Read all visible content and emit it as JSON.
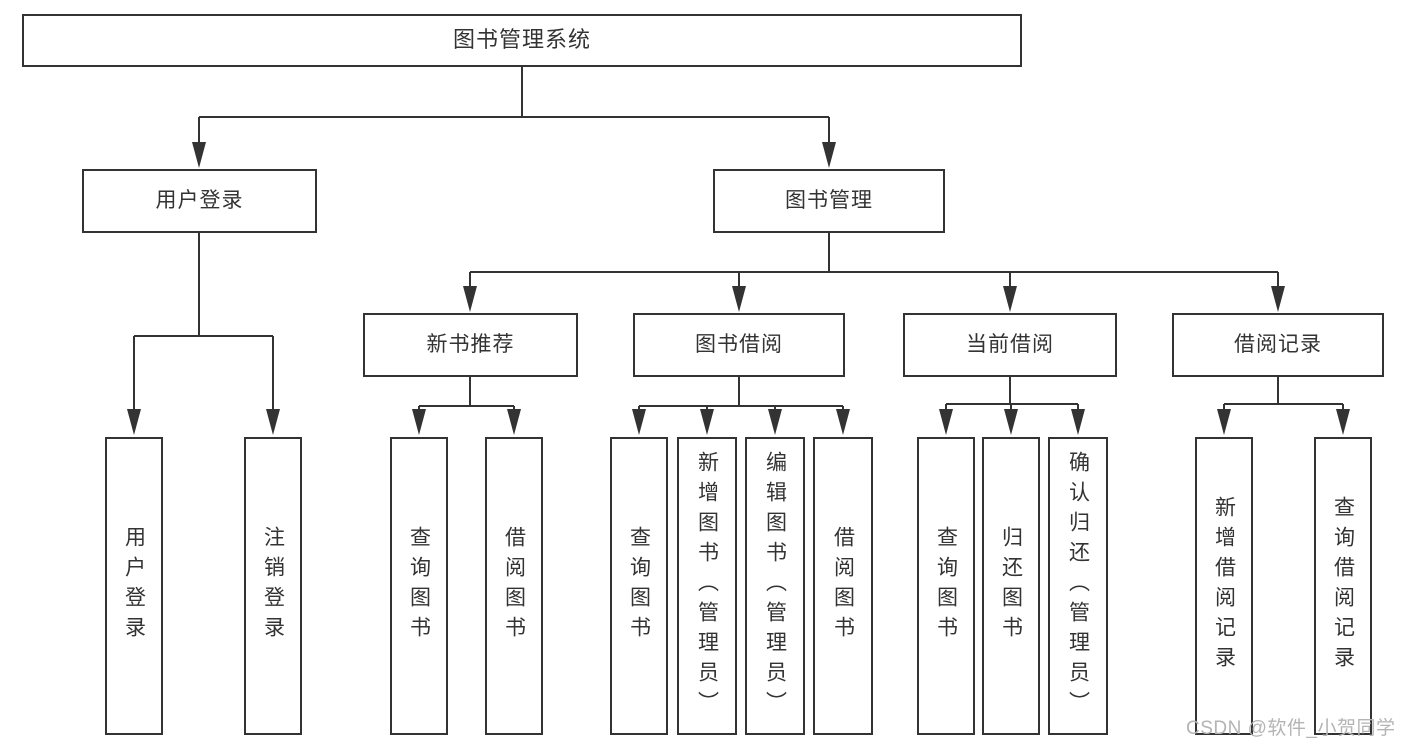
{
  "tree": {
    "label": "图书管理系统",
    "children": [
      {
        "label": "用户登录",
        "children": [
          {
            "label": "用户登录"
          },
          {
            "label": "注销登录"
          }
        ]
      },
      {
        "label": "图书管理",
        "children": [
          {
            "label": "新书推荐",
            "children": [
              {
                "label": "查询图书"
              },
              {
                "label": "借阅图书"
              }
            ]
          },
          {
            "label": "图书借阅",
            "children": [
              {
                "label": "查询图书"
              },
              {
                "label": "新增图书（管理员）"
              },
              {
                "label": "编辑图书（管理员）"
              },
              {
                "label": "借阅图书"
              }
            ]
          },
          {
            "label": "当前借阅",
            "children": [
              {
                "label": "查询图书"
              },
              {
                "label": "归还图书"
              },
              {
                "label": "确认归还（管理员）"
              }
            ]
          },
          {
            "label": "借阅记录",
            "children": [
              {
                "label": "新增借阅记录"
              },
              {
                "label": "查询借阅记录"
              }
            ]
          }
        ]
      }
    ]
  },
  "watermark": {
    "text": "CSDN @软件_小贺同学"
  },
  "colors": {
    "line": "#333333",
    "box_border": "#333333",
    "text": "#333333",
    "watermark": "#b4b4b4",
    "background": "#ffffff"
  }
}
